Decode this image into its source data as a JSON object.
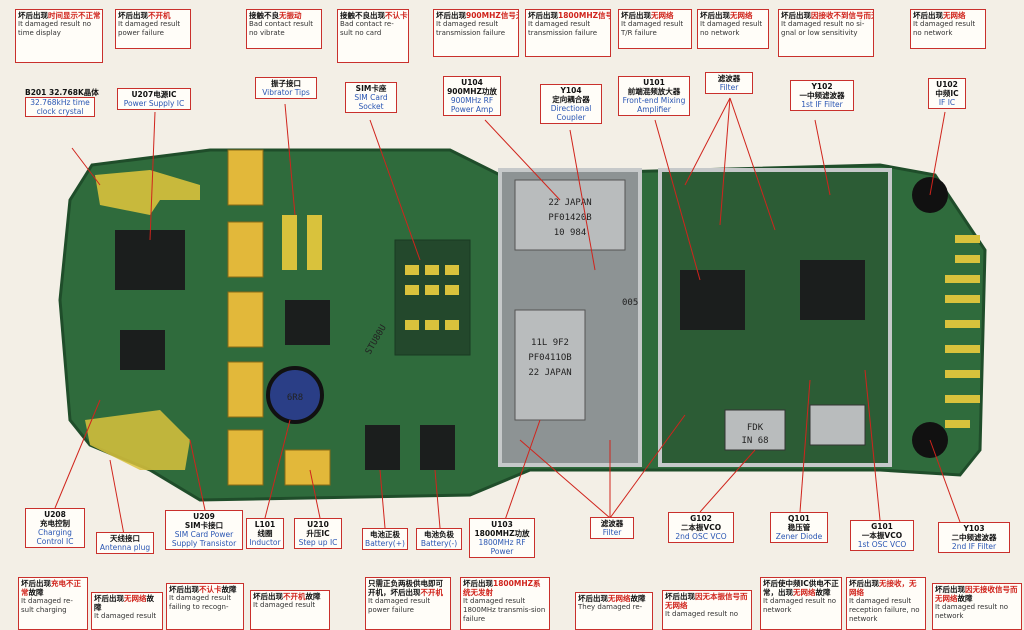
{
  "fault_labels": [
    {
      "prefix": "坏后出现",
      "hl": "时间显示不正常",
      "en": "It damaged result no time display"
    },
    {
      "prefix": "坏后出现",
      "hl": "不开机",
      "en": "It damaged result power failure"
    },
    {
      "prefix": "接触不良",
      "hl": "无振动",
      "en": "Bad contact result no vibrate"
    },
    {
      "prefix": "接触不良出现",
      "hl": "不认卡",
      "en": "Bad contact re-sult no card"
    },
    {
      "prefix": "坏后出现",
      "hl": "900MHZ信号无发射",
      "en": "It damaged result transmission failure"
    },
    {
      "prefix": "坏后出现",
      "hl": "1800MHZ信号无发射",
      "en": "It damaged result transmission failure"
    },
    {
      "prefix": "坏后出现",
      "hl": "无网络",
      "en": "It damaged result T/R failure"
    },
    {
      "prefix": "坏后出现",
      "hl": "无网络",
      "en": "It damaged result no network"
    },
    {
      "prefix": "坏后出现",
      "hl": "因接收不到信号而无网络",
      "en": "It damaged result no si-gnal or low sensitivity"
    },
    {
      "prefix": "坏后出现",
      "hl": "无网络",
      "en": "It damaged result no network"
    }
  ],
  "components_top": [
    {
      "id": "B201",
      "cn": "32.768K晶体",
      "en": "32.768kHz time clock crystal"
    },
    {
      "id": "U207电源IC",
      "cn": "",
      "en": "Power Supply IC"
    },
    {
      "id": "振子接口",
      "cn": "",
      "en": "Vibrator Tips"
    },
    {
      "id": "SIM卡座",
      "cn": "",
      "en": "SIM Card Socket"
    },
    {
      "id": "U104",
      "cn": "900MHZ功放",
      "en": "900MHz RF Power Amp"
    },
    {
      "id": "Y104",
      "cn": "定向耦合器",
      "en": "Directional Coupler"
    },
    {
      "id": "U101",
      "cn": "前端混频放大器",
      "en": "Front-end Mixing Amplifier"
    },
    {
      "id": "滤波器",
      "cn": "",
      "en": "Filter"
    },
    {
      "id": "Y102",
      "cn": "一中频滤波器",
      "en": "1st IF Filter"
    },
    {
      "id": "U102",
      "cn": "中频IC",
      "en": "IF IC"
    }
  ],
  "components_bottom": [
    {
      "id": "U208",
      "cn": "充电控制",
      "en": "Charging Control IC"
    },
    {
      "id": "天线接口",
      "cn": "",
      "en": "Antenna plug"
    },
    {
      "id": "U209",
      "cn": "SIM卡接口",
      "en": "SIM Card Power Supply Transistor"
    },
    {
      "id": "L101",
      "cn": "线圈",
      "en": "Inductor"
    },
    {
      "id": "U210",
      "cn": "升压IC",
      "en": "Step up IC"
    },
    {
      "id": "电池正极",
      "cn": "",
      "en": "Battery(+)"
    },
    {
      "id": "电池负极",
      "cn": "",
      "en": "Battery(-)"
    },
    {
      "id": "U103",
      "cn": "1800MHZ功放",
      "en": "1800MHz RF Power"
    },
    {
      "id": "滤波器",
      "cn": "",
      "en": "Filter"
    },
    {
      "id": "G102",
      "cn": "二本振VCO",
      "en": "2nd OSC VCO"
    },
    {
      "id": "Q101",
      "cn": "稳压管",
      "en": "Zener Diode"
    },
    {
      "id": "G101",
      "cn": "一本振VCO",
      "en": "1st OSC VCO"
    },
    {
      "id": "Y103",
      "cn": "二中频滤波器",
      "en": "2nd IF Filter"
    }
  ],
  "faults_bottom": [
    {
      "prefix": "坏后出现",
      "hl": "充电不正常",
      "suffix": "故障",
      "en": "It damaged re-sult charging"
    },
    {
      "prefix": "坏后出现",
      "hl": "无网络",
      "suffix": "故障",
      "en": "It damaged result"
    },
    {
      "prefix": "坏后出现",
      "hl": "不认卡",
      "suffix": "故障",
      "en": "It damaged result failing to recogn-"
    },
    {
      "prefix": "坏后出现",
      "hl": "不开机",
      "suffix": "故障",
      "en": "It damaged result"
    },
    {
      "prefix": "只需正负两极供电即可开机，坏后出现",
      "hl": "不开机",
      "suffix": "",
      "en": "It damaged result power failure"
    },
    {
      "prefix": "坏后出现",
      "hl": "1800MHZ系统无发射",
      "suffix": "",
      "en": "It damaged result 1800MHz transmis-sion failure"
    },
    {
      "prefix": "坏后出现",
      "hl": "无网络",
      "suffix": "故障",
      "en": "They damaged re-"
    },
    {
      "prefix": "坏后出现",
      "hl": "因无本振信号而无网络",
      "suffix": "",
      "en": "It damaged result no"
    },
    {
      "prefix": "坏后使中频IC供电不正常，出现",
      "hl": "无网络",
      "suffix": "故障",
      "en": "It damaged result no network"
    },
    {
      "prefix": "坏后出现",
      "hl": "无接收，无网络",
      "suffix": "",
      "en": "It damaged result reception failure, no network"
    },
    {
      "prefix": "坏后出现",
      "hl": "因无接收信号而无网络",
      "suffix": "故障",
      "en": "It damaged result no network"
    }
  ],
  "board_marks": {
    "m1": "22 JAPAN",
    "m2": "PF01420B",
    "m3": "10 984",
    "m4": "11L 9F2",
    "m5": "PF0411OB",
    "m6": "22 JAPAN",
    "m7": "FDK",
    "m8": "IN 68",
    "m9": "6R8",
    "m10": "STU80U",
    "m11": "005"
  },
  "colors": {
    "board": "#2f6b3c",
    "board_dark": "#1f4d2a",
    "gold": "#d9c23c",
    "chip": "#1b1e1d",
    "shield": "#b9bcbd",
    "accent": "#d0241c",
    "en": "#2a56b3"
  }
}
